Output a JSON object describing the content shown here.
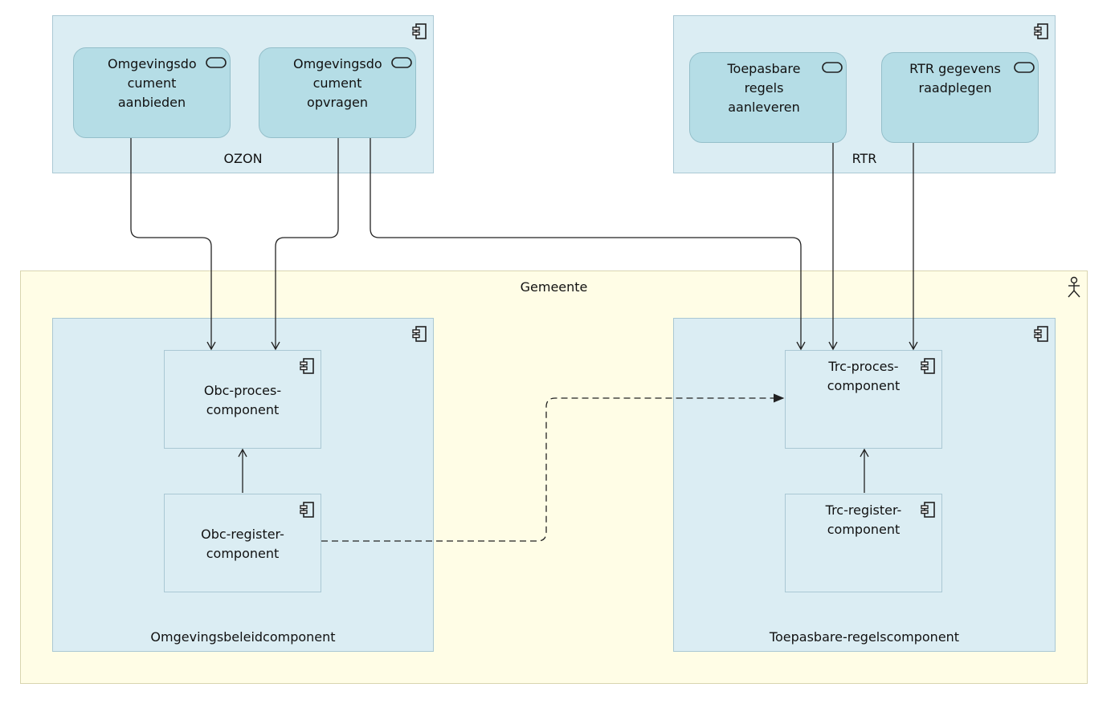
{
  "ozon": {
    "label": "OZON",
    "services": [
      {
        "label": "Omgevingsdo cument aanbieden"
      },
      {
        "label": "Omgevingsdo cument opvragen"
      }
    ]
  },
  "rtr": {
    "label": "RTR",
    "services": [
      {
        "label": "Toepasbare regels aanleveren"
      },
      {
        "label": "RTR gegevens raadplegen"
      }
    ]
  },
  "gemeente": {
    "label": "Gemeente",
    "obc": {
      "label": "Omgevingsbeleidcomponent",
      "proces": "Obc-proces- component",
      "register": "Obc-register- component"
    },
    "trc": {
      "label": "Toepasbare-regelscomponent",
      "proces": "Trc-proces- component",
      "register": "Trc-register- component"
    }
  }
}
